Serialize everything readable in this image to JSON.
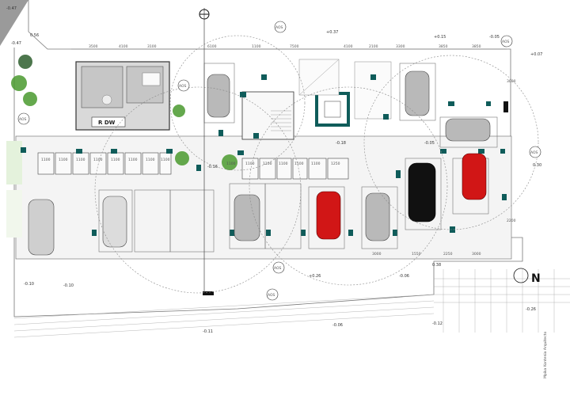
{
  "drawing": {
    "room_label": "R DW",
    "north_label": "N",
    "level_markers": [
      "-0.47",
      "0.56",
      "+0.37",
      "+0.15",
      "+0.07",
      "-0.18",
      "-0.47",
      "-0.05",
      "0.30",
      "-0.16",
      "-0.10",
      "-0.06",
      "-0.10",
      "0.38",
      "-0.05",
      "+0.26",
      "-0.06",
      "-0.11",
      "-0.12",
      "-0.26"
    ],
    "dimensions_top": [
      "3500",
      "4100",
      "3100",
      "6100",
      "1100",
      "7500",
      "4100",
      "2100",
      "3300",
      "3850",
      "3850"
    ],
    "dimensions_storage": [
      "1100",
      "1100",
      "1100",
      "1100",
      "1100",
      "1100",
      "1100",
      "1100"
    ],
    "dimensions_storage_right": [
      "1100",
      "1100",
      "1100",
      "1100",
      "1100",
      "1250",
      "1100"
    ],
    "dimensions_right": [
      "1550",
      "2250",
      "3000",
      "3000",
      "2200",
      "3000"
    ],
    "section_tags": [
      "AOS",
      "AOS",
      "AOS",
      "AOS",
      "AOS",
      "AOS",
      "AOS"
    ],
    "side_text": "Mpika Kontenia Arquitecto",
    "colors": {
      "line": "#555555",
      "wall": "#0f5c5a",
      "building": "#cfcfcf",
      "tree": "#4a9a2e",
      "car_red": "#d11616",
      "car_black": "#111111",
      "car_grey": "#b9b9b9",
      "grass": "#e4f2dc"
    }
  }
}
